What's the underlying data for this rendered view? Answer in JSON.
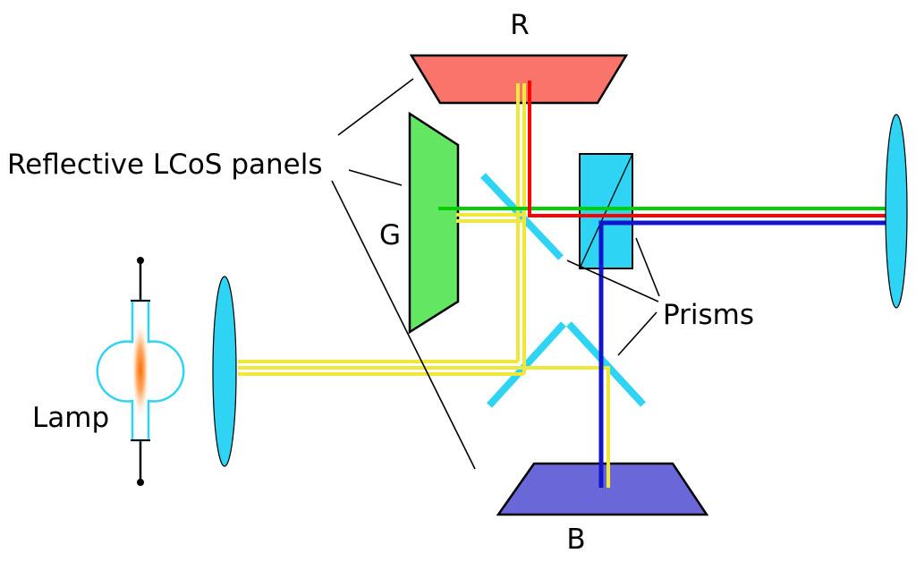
{
  "labels": {
    "panel_r": "R",
    "panel_g": "G",
    "panel_b": "B",
    "lamp": "Lamp",
    "lcos_panels": "Reflective LCoS panels",
    "prisms": "Prisms"
  },
  "colors": {
    "panel_red": "#f9756b",
    "panel_green": "#63e763",
    "panel_blue": "#6a67d8",
    "prism_cyan": "#2fd3f3",
    "lens_cyan": "#2fd3f3",
    "beam_yellow": "#f0e73b",
    "beam_red": "#ff0000",
    "beam_green": "#00cf00",
    "beam_blue": "#1414cc",
    "lamp_arc_orange": "#ff6a00",
    "outline_black": "#000000"
  }
}
